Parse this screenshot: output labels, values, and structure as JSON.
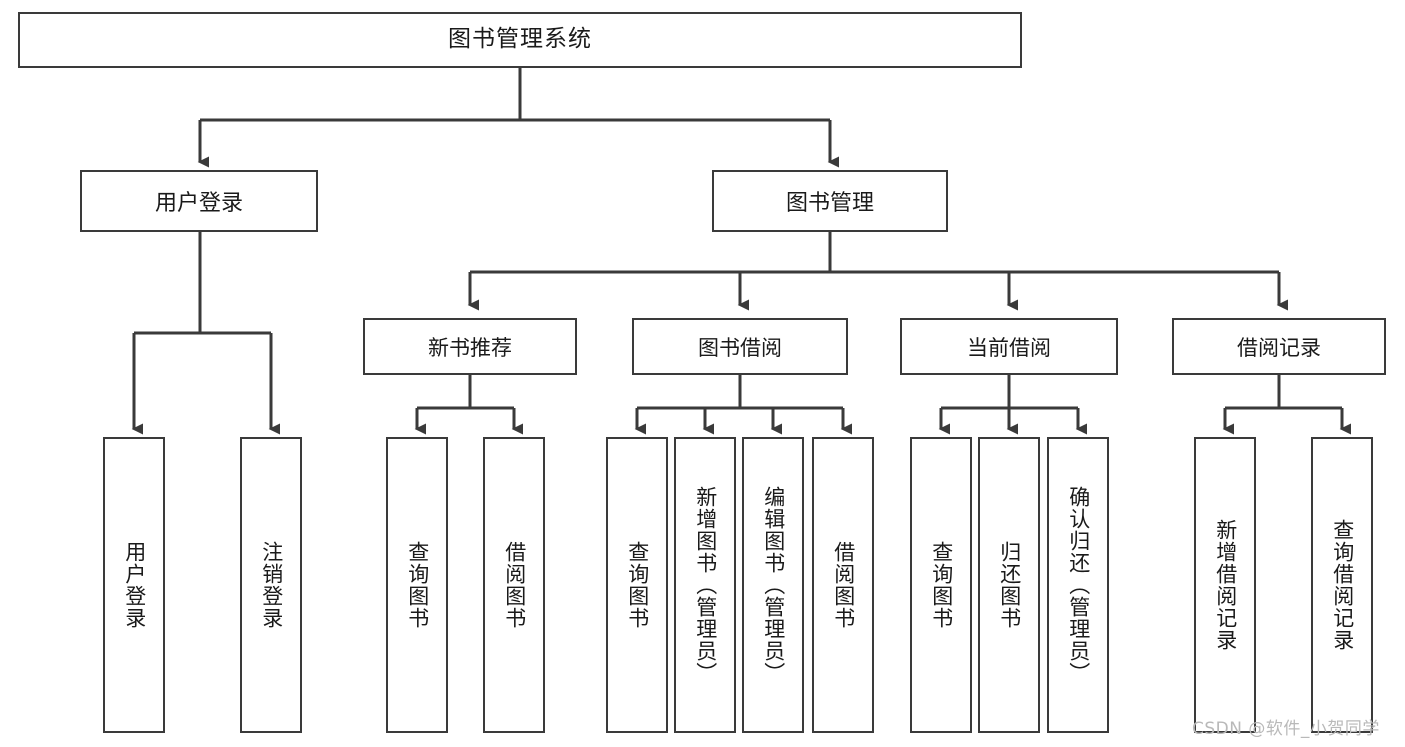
{
  "diagram": {
    "type": "tree",
    "title": "图书管理系统",
    "root": {
      "label": "图书管理系统"
    },
    "level2": [
      {
        "label": "用户登录"
      },
      {
        "label": "图书管理"
      }
    ],
    "level3": [
      {
        "label": "新书推荐"
      },
      {
        "label": "图书借阅"
      },
      {
        "label": "当前借阅"
      },
      {
        "label": "借阅记录"
      }
    ],
    "leaves": {
      "user_login": [
        {
          "label": "用户登录"
        },
        {
          "label": "注销登录"
        }
      ],
      "new_book": [
        {
          "label": "查询图书"
        },
        {
          "label": "借阅图书"
        }
      ],
      "book_borrow": [
        {
          "label": "查询图书"
        },
        {
          "label": "新增图书（管理员）"
        },
        {
          "label": "编辑图书（管理员）"
        },
        {
          "label": "借阅图书"
        }
      ],
      "current_borrow": [
        {
          "label": "查询图书"
        },
        {
          "label": "归还图书"
        },
        {
          "label": "确认归还（管理员）"
        }
      ],
      "borrow_record": [
        {
          "label": "新增借阅记录"
        },
        {
          "label": "查询借阅记录"
        }
      ]
    }
  },
  "watermark": {
    "text": "CSDN @软件_小贺同学"
  },
  "colors": {
    "stroke": "#3a3a3a",
    "text": "#1a1a1a",
    "background": "#ffffff",
    "watermark": "#b9b9b9"
  }
}
